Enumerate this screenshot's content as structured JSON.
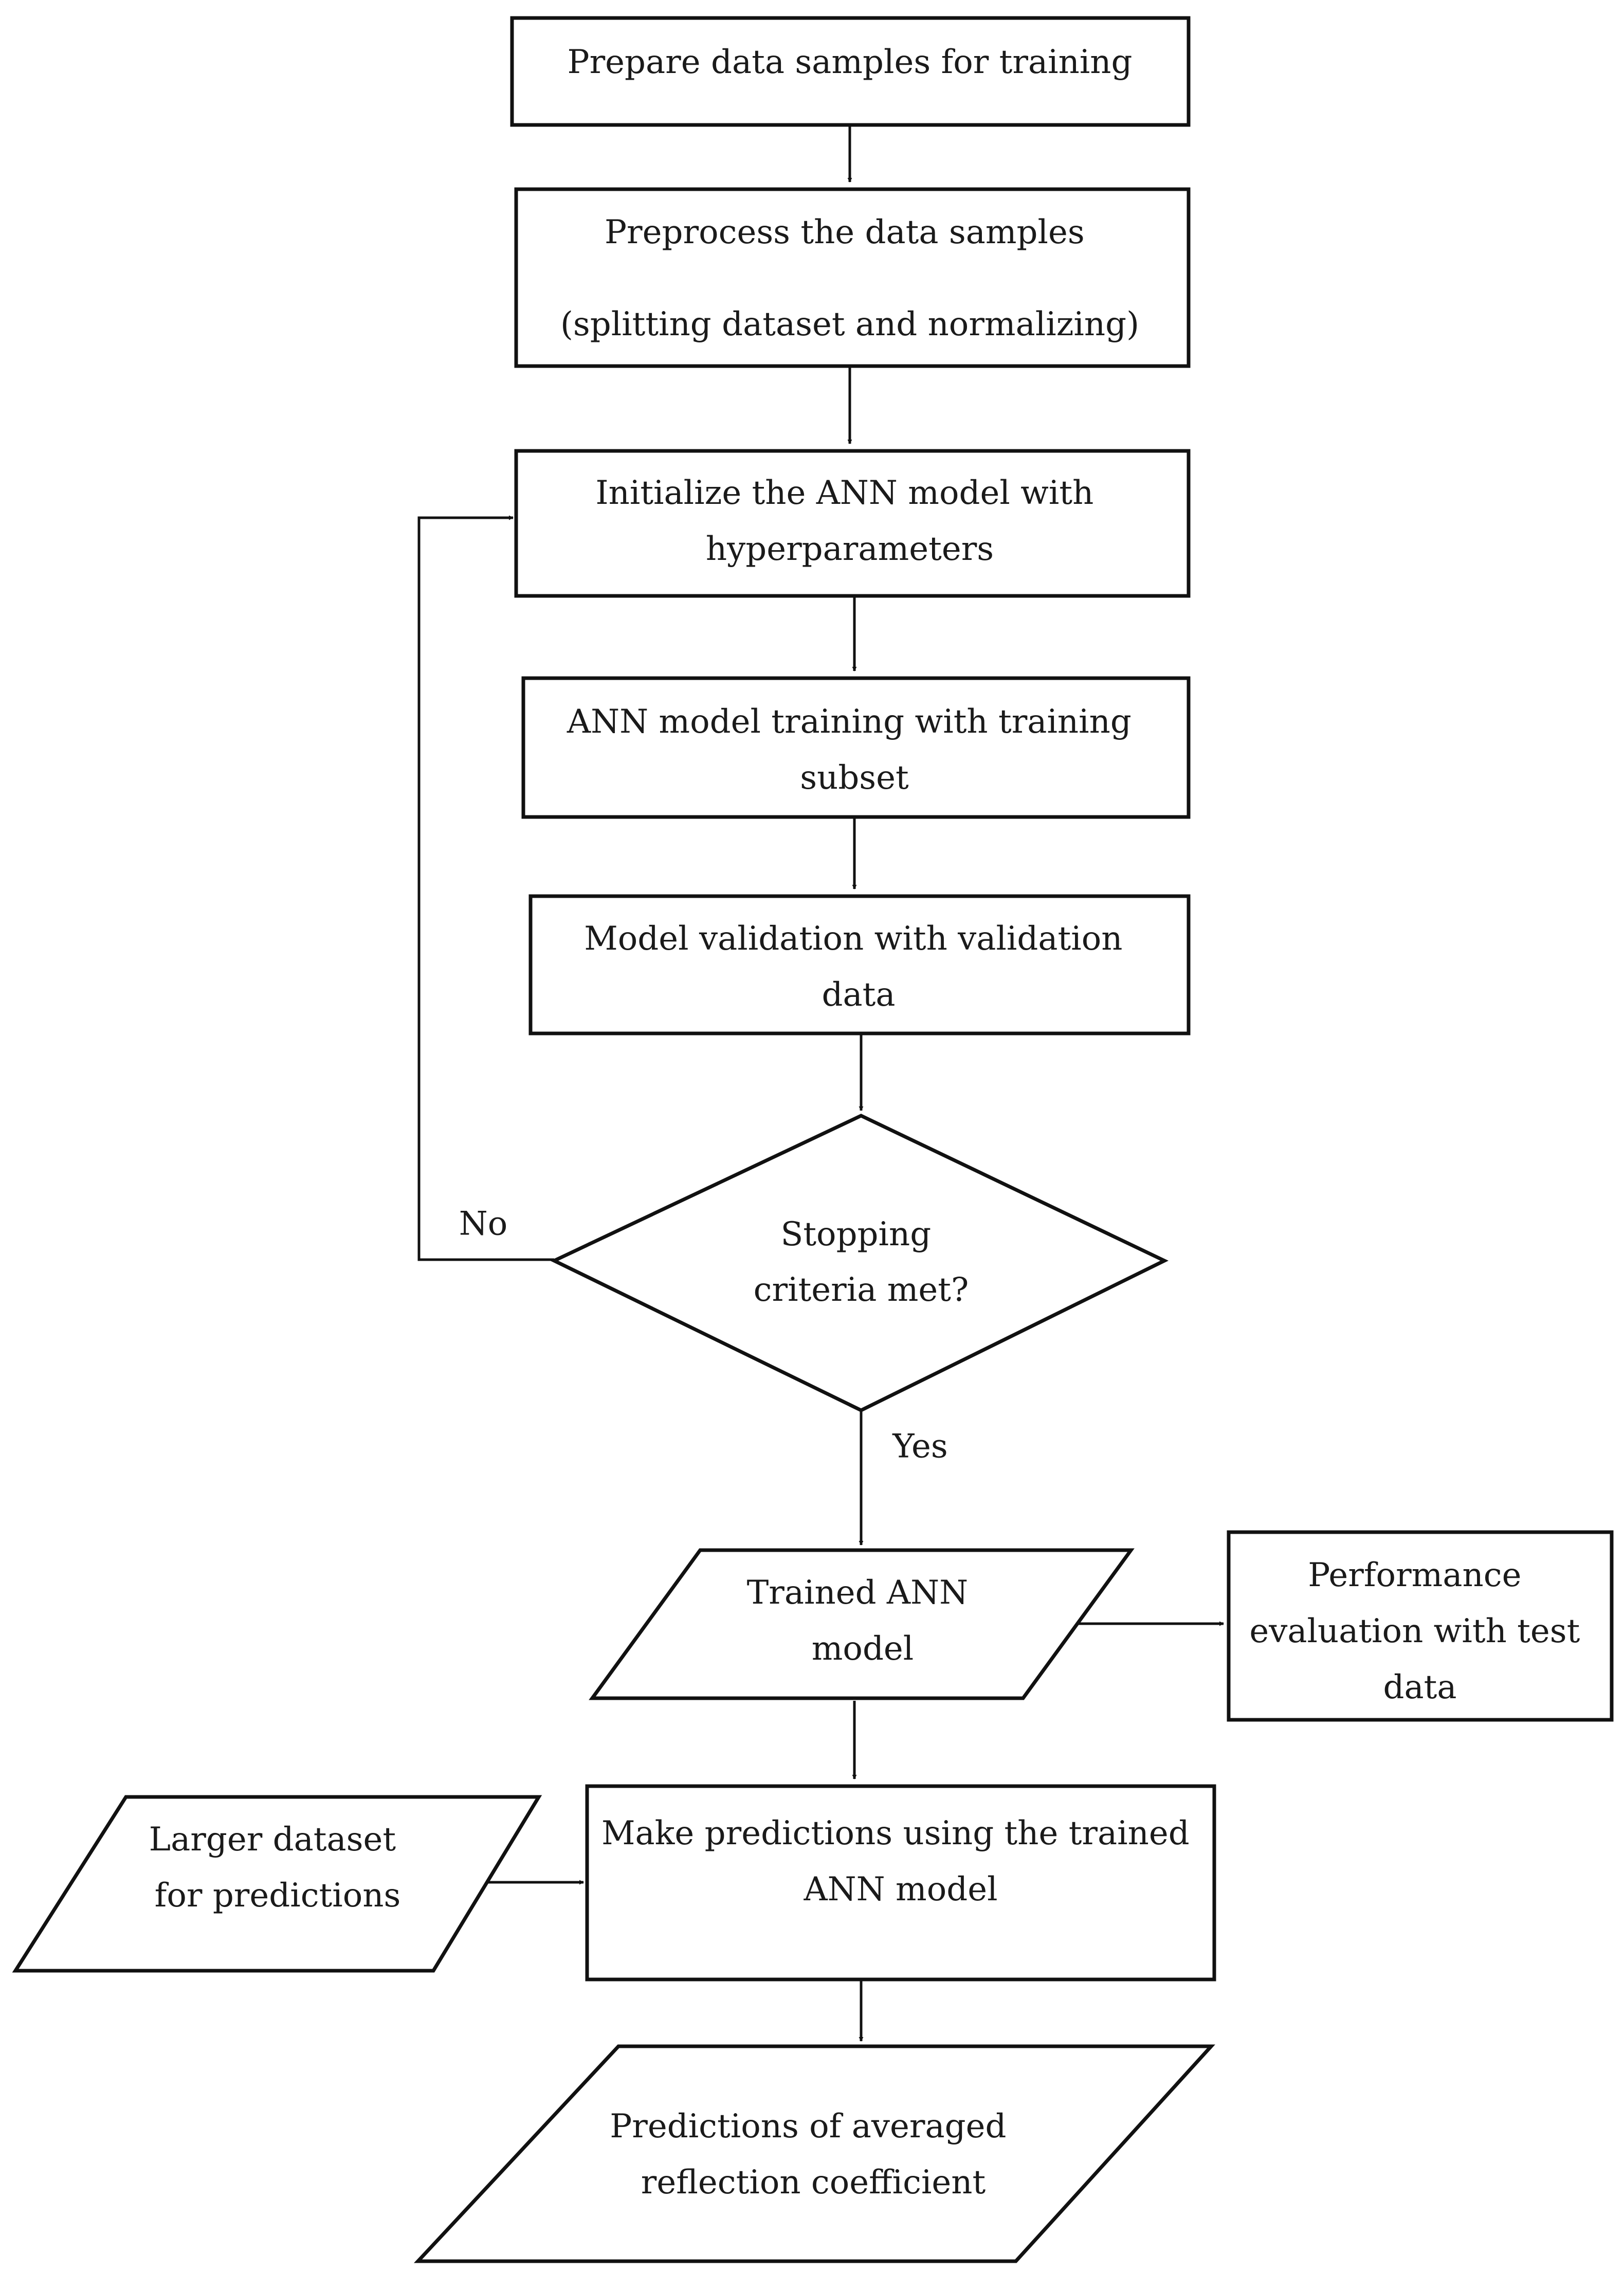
{
  "nodes": {
    "prepare": {
      "lines": [
        "Prepare data samples for training"
      ]
    },
    "preprocess": {
      "lines": [
        "Preprocess the data samples",
        "(splitting dataset and normalizing)"
      ]
    },
    "init": {
      "lines": [
        "Initialize the ANN model with",
        "hyperparameters"
      ]
    },
    "train": {
      "lines": [
        "ANN model training with training",
        "subset"
      ]
    },
    "validate": {
      "lines": [
        "Model validation with validation",
        "data"
      ]
    },
    "decision": {
      "lines": [
        "Stopping",
        "criteria met?"
      ]
    },
    "trained": {
      "lines": [
        "Trained ANN",
        "model"
      ]
    },
    "evaluate": {
      "lines": [
        "Performance",
        "evaluation with test",
        "data"
      ]
    },
    "larger": {
      "lines": [
        "Larger dataset",
        "for predictions"
      ]
    },
    "predict": {
      "lines": [
        "Make predictions using the trained",
        "ANN model"
      ]
    },
    "output": {
      "lines": [
        "Predictions of averaged",
        "reflection coefficient"
      ]
    }
  },
  "edges": {
    "no_label": "No",
    "yes_label": "Yes"
  }
}
